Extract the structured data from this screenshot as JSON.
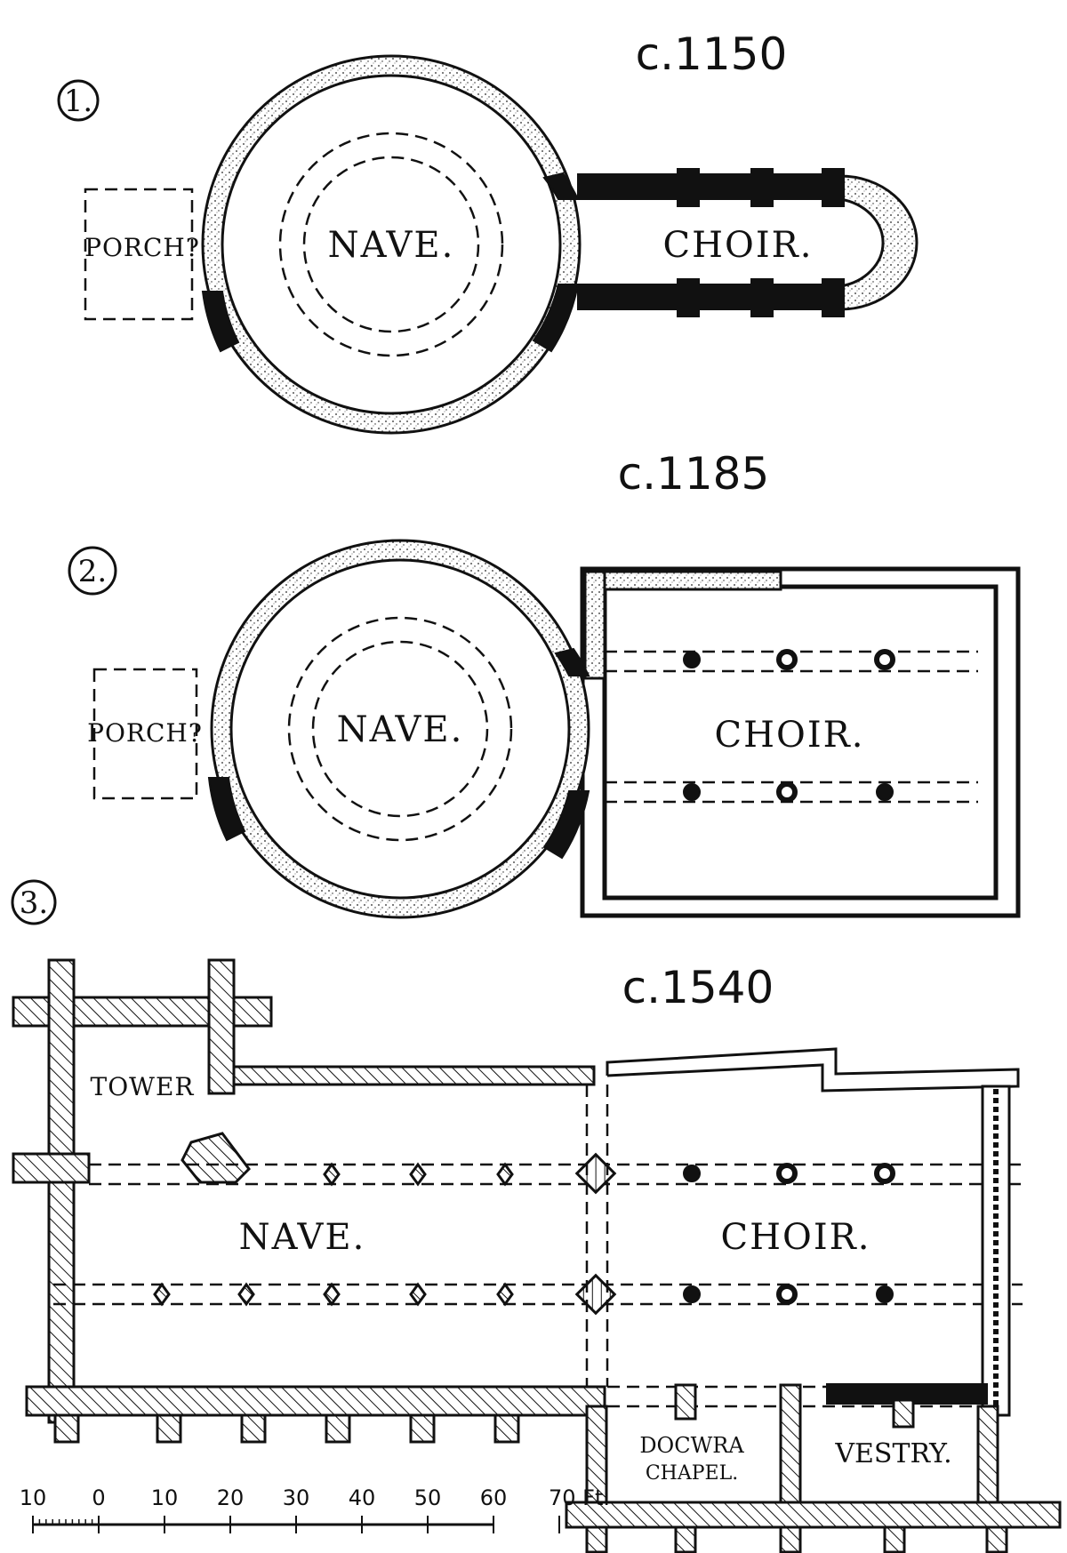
{
  "figure": {
    "subject": "Historical plans of a round church showing three building phases",
    "plans": [
      {
        "number": "1.",
        "date": "c.1150",
        "labels": {
          "porch": "PORCH?",
          "nave": "NAVE.",
          "choir": "CHOIR."
        }
      },
      {
        "number": "2.",
        "date": "c.1185",
        "labels": {
          "porch": "PORCH?",
          "nave": "NAVE.",
          "choir": "CHOIR."
        }
      },
      {
        "number": "3.",
        "date": "c.1540",
        "labels": {
          "tower": "TOWER",
          "nave": "NAVE.",
          "choir": "CHOIR.",
          "chapel_line1": "DOCWRA",
          "chapel_line2": "CHAPEL.",
          "vestry": "VESTRY."
        }
      }
    ],
    "scale_bar": {
      "unit": "Ft.",
      "ticks": [
        "10",
        "0",
        "10",
        "20",
        "30",
        "40",
        "50",
        "60",
        "70 Ft."
      ]
    }
  }
}
